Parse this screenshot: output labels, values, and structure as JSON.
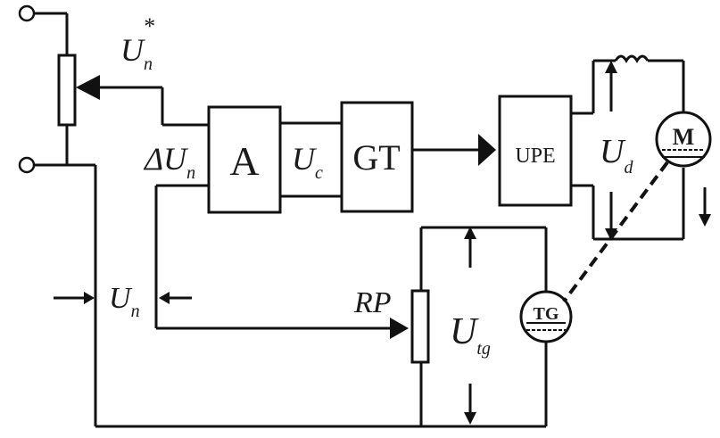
{
  "blocks": {
    "regulator": "A",
    "trigger": "GT",
    "power_unit": "UPE",
    "motor": "M",
    "tachogenerator": "TG"
  },
  "signals": {
    "reference": {
      "base": "U",
      "sub": "n",
      "sup": "*"
    },
    "error": {
      "prefix": "Δ",
      "base": "U",
      "sub": "n"
    },
    "control": {
      "base": "U",
      "sub": "c"
    },
    "armature": {
      "base": "U",
      "sub": "d"
    },
    "feedback": {
      "base": "U",
      "sub": "n"
    },
    "tacho": {
      "base": "U",
      "sub": "tg"
    }
  },
  "potentiometer": "RP"
}
